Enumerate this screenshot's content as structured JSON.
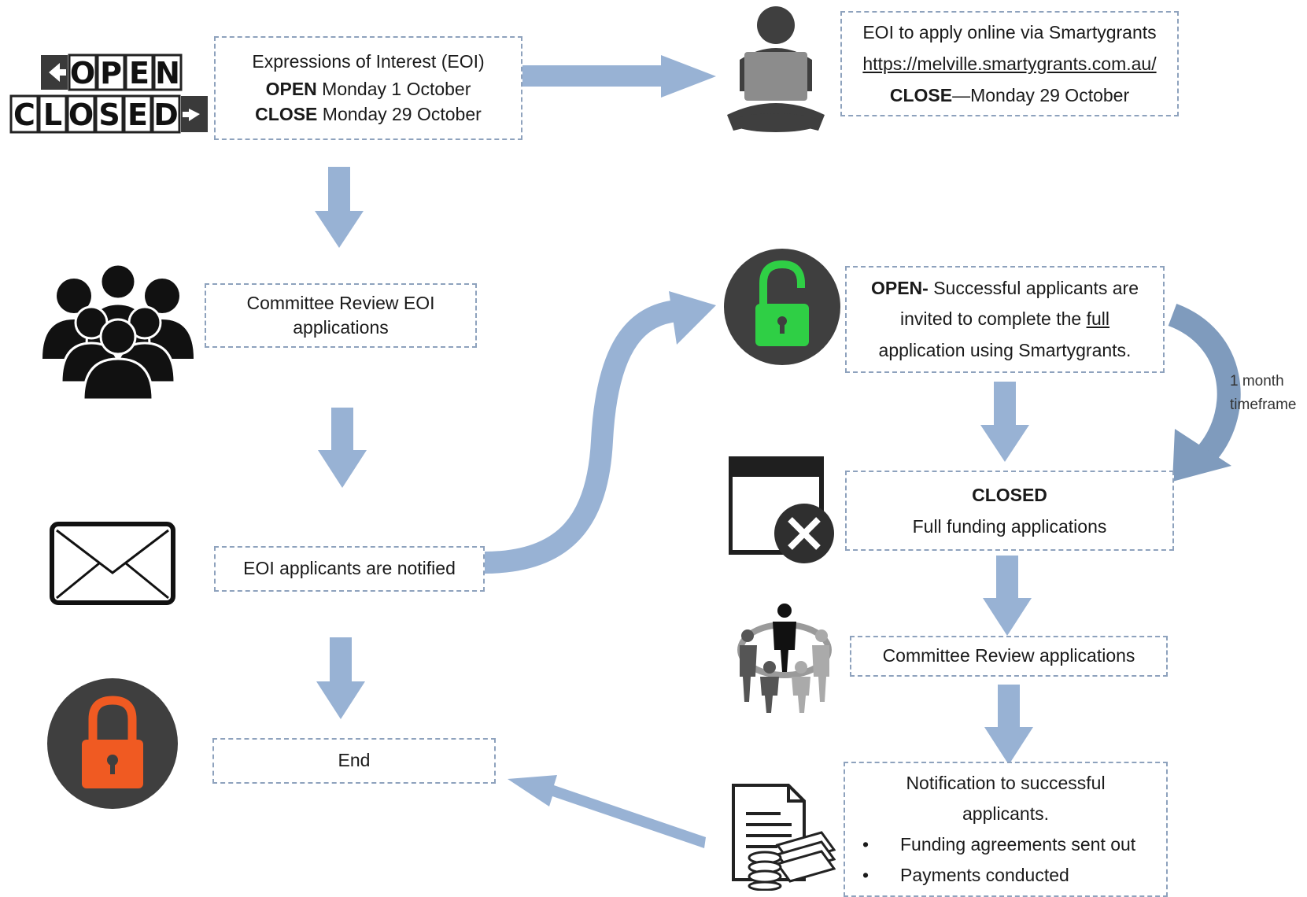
{
  "sign": {
    "open_text": "OPEN",
    "closed_text": "CLOSED"
  },
  "eoi_box": {
    "title": "Expressions of Interest (EOI)",
    "open_label": "OPEN",
    "open_date": "Monday 1 October",
    "close_label": "CLOSE",
    "close_date": "Monday 29 October"
  },
  "online_box": {
    "line1": "EOI to apply online via Smartygrants",
    "url": "https://melville.smartygrants.com.au/",
    "close_label": "CLOSE",
    "close_text": "—Monday 29 October"
  },
  "committee_eoi_box": {
    "text": "Committee Review EOI applications"
  },
  "notified_box": {
    "text": "EOI applicants are notified"
  },
  "end_box": {
    "text": "End"
  },
  "open_full_box": {
    "open_label": "OPEN-",
    "text_a": " Successful applicants are invited to complete the ",
    "text_full": "full",
    "text_b": " application using Smartygrants."
  },
  "timeframe_label": {
    "line1": "1 month",
    "line2": "timeframe"
  },
  "closed_box": {
    "title": "CLOSED",
    "text": "Full funding applications"
  },
  "committee_review_box": {
    "text": "Committee Review applications"
  },
  "notification_box": {
    "text": "Notification to successful applicants.",
    "bullets": [
      "Funding agreements sent out",
      "Payments conducted"
    ]
  },
  "colors": {
    "arrow": "#98b2d4",
    "curved_arrow": "#7f9bbd",
    "box_border": "#8ea2bd",
    "lock_open": "#2fcf45",
    "lock_closed": "#f05a22",
    "icon_dark": "#3f3f3f"
  },
  "icons": [
    "open-closed-sign-icon",
    "laptop-user-icon",
    "group-people-icon",
    "unlocked-padlock-icon",
    "envelope-icon",
    "closed-window-icon",
    "locked-padlock-icon",
    "team-circle-icon",
    "documents-money-icon"
  ]
}
